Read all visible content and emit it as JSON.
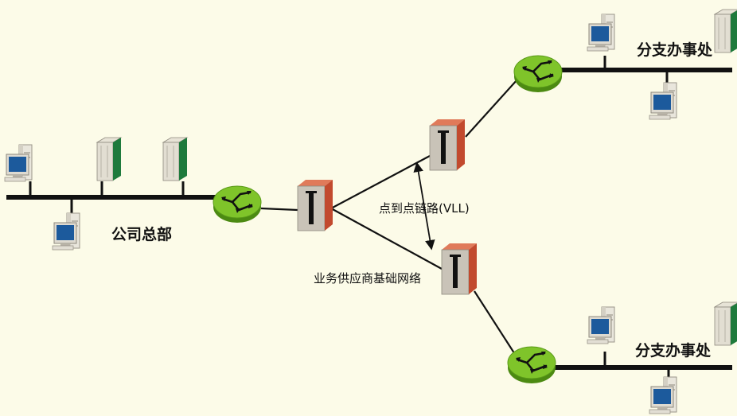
{
  "labels": {
    "headquarters": "公司总部",
    "branch_top": "分支办事处",
    "branch_bottom": "分支办事处",
    "vll": "点到点链路(VLL)",
    "provider": "业务供应商基础网络"
  },
  "colors": {
    "background": "#fcfbe8",
    "router_green": "#7fc42a",
    "router_green_dark": "#4c8a12",
    "switch_red": "#c24a2e",
    "switch_gray": "#c9c3b8",
    "server_green": "#1e7a3c",
    "monitor_blue": "#1c5a9c",
    "line": "#111111"
  }
}
